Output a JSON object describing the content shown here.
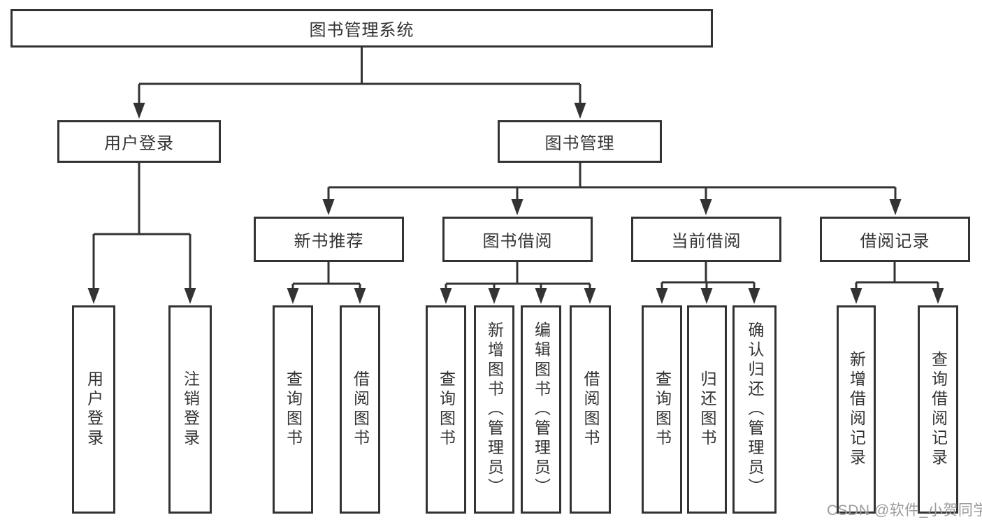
{
  "diagram": {
    "type": "hierarchy-flowchart",
    "title": "图书管理系统",
    "nodes": {
      "root": "图书管理系统",
      "user_login": "用户登录",
      "book_mgmt": "图书管理",
      "new_book_rec": "新书推荐",
      "book_borrow": "图书借阅",
      "current_borrow": "当前借阅",
      "borrow_records": "借阅记录",
      "leaf_user_login": "用户登录",
      "leaf_logout": "注销登录",
      "rec_query": "查询图书",
      "rec_borrow": "借阅图书",
      "bb_query": "查询图书",
      "bb_add": "新增图书（管理员）",
      "bb_edit": "编辑图书（管理员）",
      "bb_borrow": "借阅图书",
      "cb_query": "查询图书",
      "cb_return": "归还图书",
      "cb_confirm": "确认归还（管理员）",
      "br_add": "新增借阅记录",
      "br_query": "查询借阅记录"
    },
    "hierarchy": {
      "图书管理系统": [
        "用户登录",
        "图书管理"
      ],
      "用户登录": [
        "用户登录",
        "注销登录"
      ],
      "图书管理": [
        "新书推荐",
        "图书借阅",
        "当前借阅",
        "借阅记录"
      ],
      "新书推荐": [
        "查询图书",
        "借阅图书"
      ],
      "图书借阅": [
        "查询图书",
        "新增图书（管理员）",
        "编辑图书（管理员）",
        "借阅图书"
      ],
      "当前借阅": [
        "查询图书",
        "归还图书",
        "确认归还（管理员）"
      ],
      "借阅记录": [
        "新增借阅记录",
        "查询借阅记录"
      ]
    }
  },
  "watermark": {
    "text": "CSDN @软件_小贺同学"
  },
  "colors": {
    "line": "#333333",
    "box_border": "#333333",
    "text": "#333333",
    "watermark": "#9c9c9c",
    "background": "#ffffff"
  }
}
